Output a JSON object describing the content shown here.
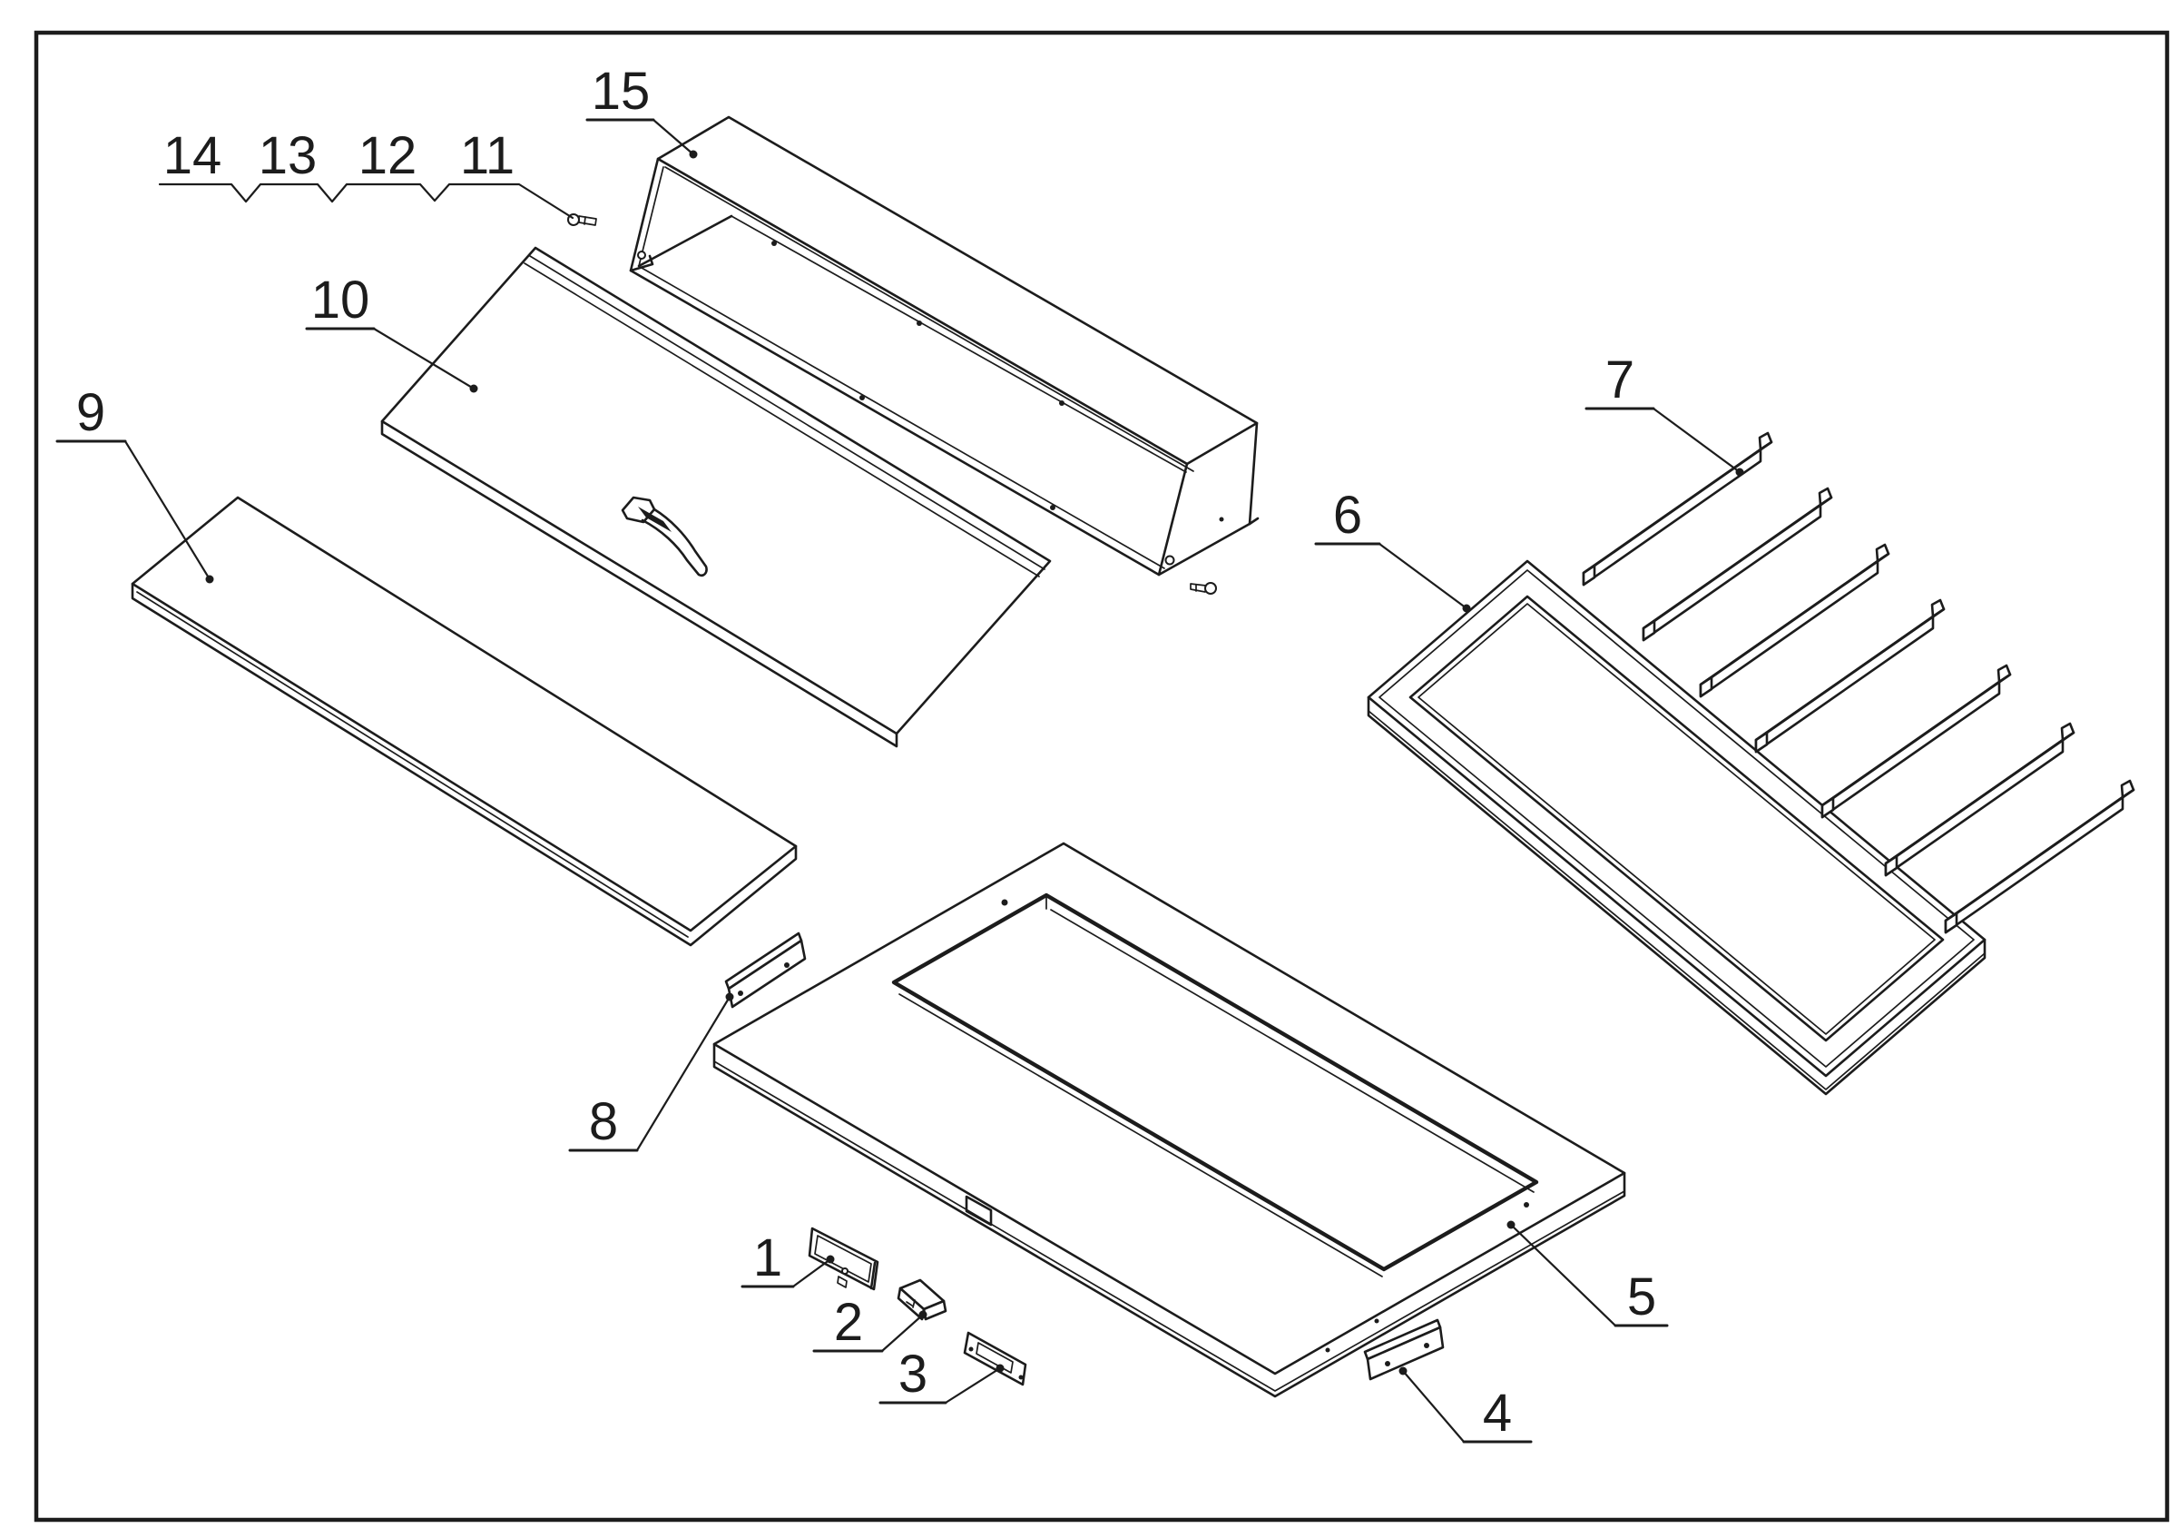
{
  "diagram": {
    "kind": "exploded-parts-line-drawing",
    "background": "#ffffff",
    "line_color": "#1c1c1c",
    "labels": [
      {
        "id": "1",
        "text": "1"
      },
      {
        "id": "2",
        "text": "2"
      },
      {
        "id": "3",
        "text": "3"
      },
      {
        "id": "4",
        "text": "4"
      },
      {
        "id": "5",
        "text": "5"
      },
      {
        "id": "6",
        "text": "6"
      },
      {
        "id": "7",
        "text": "7"
      },
      {
        "id": "8",
        "text": "8"
      },
      {
        "id": "9",
        "text": "9"
      },
      {
        "id": "10",
        "text": "10"
      },
      {
        "id": "11",
        "text": "11"
      },
      {
        "id": "12",
        "text": "12"
      },
      {
        "id": "13",
        "text": "13"
      },
      {
        "id": "14",
        "text": "14"
      },
      {
        "id": "15",
        "text": "15"
      }
    ]
  }
}
